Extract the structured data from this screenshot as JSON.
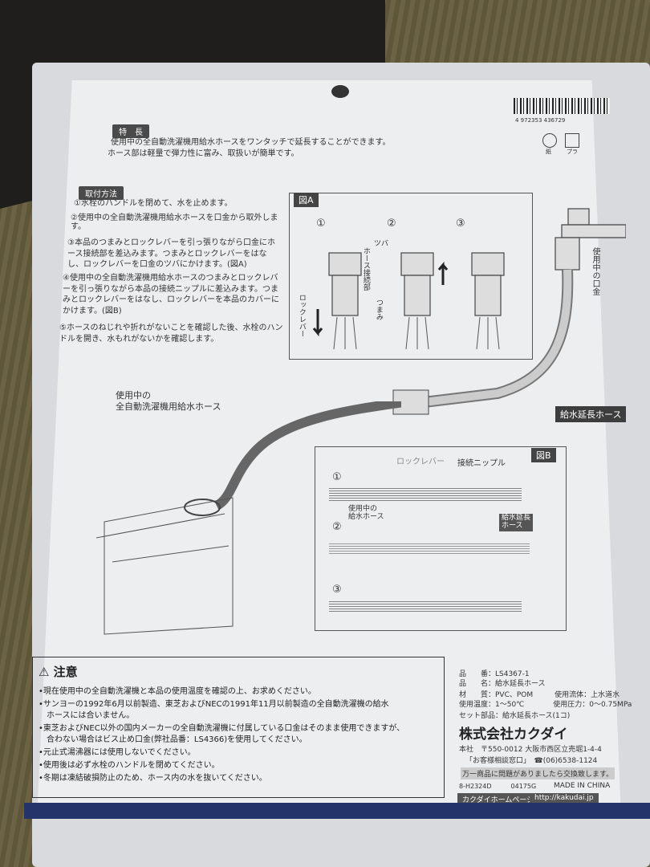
{
  "features": {
    "heading": "特　長",
    "lines": [
      "使用中の全自動洗濯機用給水ホースをワンタッチで延長することができます。",
      "ホース部は軽量で弾力性に富み、取扱いが簡単です。"
    ],
    "barcode": "4 972353 436729"
  },
  "install": {
    "heading": "取付方法",
    "steps": [
      "①水栓のハンドルを閉めて、水を止めます。",
      "②使用中の全自動洗濯機用給水ホースを口金から取外します。",
      "③本品のつまみとロックレバーを引っ張りながら口金にホース接続部を差込みます。つまみとロックレバーをはなし、ロックレバーを口金のツバにかけます。(図A)",
      "④使用中の全自動洗濯機用給水ホースのつまみとロックレバーを引っ張りながら本品の接続ニップルに差込みます。つまみとロックレバーをはなし、ロックレバーを本品のカバーにかけます。(図B)",
      "⑤ホースのねじれや折れがないことを確認した後、水栓のハンドルを開き、水もれがないかを確認します。"
    ]
  },
  "figA": {
    "label": "図A",
    "nums": [
      "①",
      "②",
      "③"
    ],
    "callouts": [
      "ツバ",
      "ホース接続部",
      "つまみ",
      "ロックレバー"
    ]
  },
  "tap_label": "使用中の口金",
  "current_hose": "使用中の\n全自動洗濯機用給水ホース",
  "extension_hose": "給水延長ホース",
  "figB": {
    "label": "図B",
    "nums": [
      "①",
      "②",
      "③"
    ],
    "lock_lever": "ロックレバー",
    "nipple": "接続ニップル",
    "current": "使用中の\n給水ホース",
    "ext": "給水延長\nホース"
  },
  "caution": {
    "title": "注意",
    "lines": [
      "•現在使用中の全自動洗濯機と本品の使用温度を確認の上、お求めください。",
      "•サンヨーの1992年6月以前製造、東芝およびNECの1991年11月以前製造の全自動洗濯機の給水",
      "　ホースには合いません。",
      "•東芝およびNEC以外の国内メーカーの全自動洗濯機に付属している口金はそのまま使用できますが、",
      "　合わない場合はビス止め口金(弊社品番：LS4366)を使用してください。",
      "•元止式湯沸器には使用しないでください。",
      "•使用後は必ず水栓のハンドルを閉めてください。",
      "•冬期は凍結破損防止のため、ホース内の水を抜いてください。"
    ]
  },
  "specs": {
    "lines": [
      "品　　番：LS4367-1",
      "品　　名：給水延長ホース",
      "材　　質：PVC、POM　　　使用流体：上水道水",
      "使用温度：1〜50℃　　　　使用圧力：0〜0.75MPa",
      "セット部品：給水延長ホース(1コ)"
    ],
    "company": "株式会社カクダイ",
    "address": "本社　〒550-0012 大阪市西区立売堀1-4-4",
    "contact": "「お客様相談窓口」　☎(06)6538-1124",
    "defect": "万一商品に問題がありましたら交換致します。",
    "code": "8-H2324D　　　04175G",
    "made": "MADE IN CHINA",
    "homepage": "カクダイホームページ",
    "url": "http://kakudai.jp"
  },
  "recycle": [
    "紙",
    "プラ"
  ]
}
